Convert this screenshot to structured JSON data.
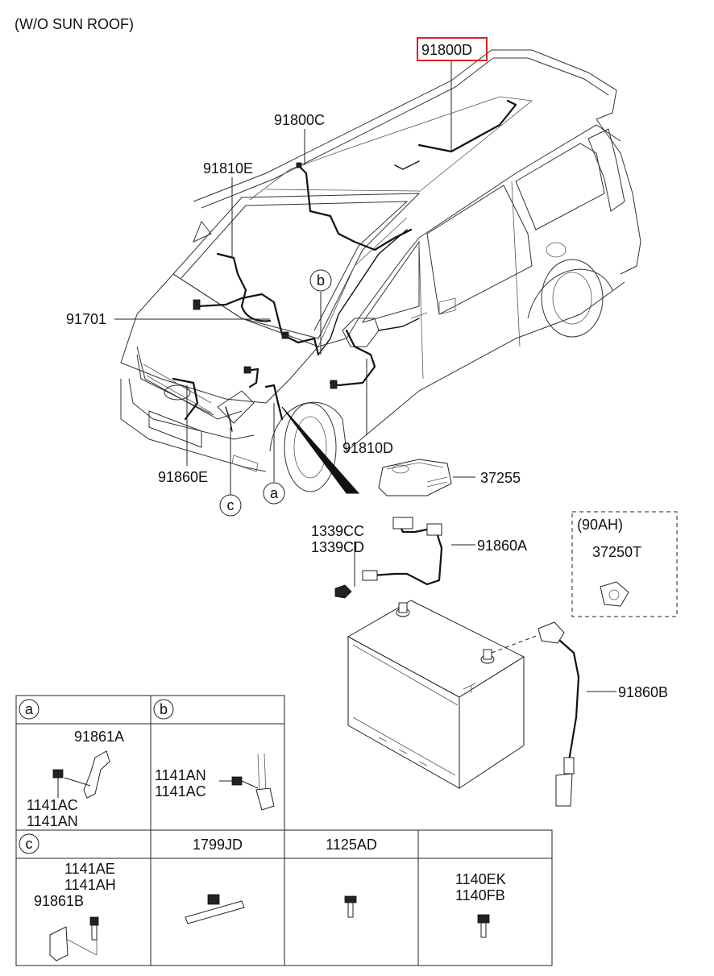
{
  "header": {
    "variant": "(W/O SUN ROOF)"
  },
  "highlight_color": "#e02020",
  "callouts": {
    "p91800D": "91800D",
    "p91800C": "91800C",
    "p91810E": "91810E",
    "p91701": "91701",
    "p91810D": "91810D",
    "p91860E": "91860E",
    "p37255": "37255",
    "p1339CC": "1339CC",
    "p1339CD": "1339CD",
    "p91860A": "91860A",
    "p91860B": "91860B",
    "p37250T": "37250T",
    "option_90ah": "(90AH)",
    "circle_a": "a",
    "circle_b": "b",
    "circle_c": "c"
  },
  "detail_table": {
    "a": {
      "key": "a",
      "part": "91861A",
      "bolts": [
        "1141AC",
        "1141AN"
      ]
    },
    "b": {
      "key": "b",
      "bolts": [
        "1141AN",
        "1141AC"
      ]
    },
    "c": {
      "key": "c",
      "bolts": [
        "1141AE",
        "1141AH"
      ],
      "part": "91861B"
    },
    "col_1799JD": "1799JD",
    "col_1125AD": "1125AD",
    "col_4_bolts": [
      "1140EK",
      "1140FB"
    ]
  }
}
